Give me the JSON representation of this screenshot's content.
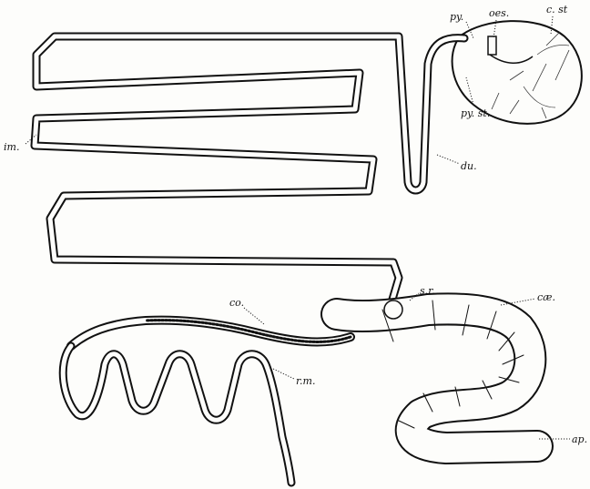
{
  "labels": {
    "pylorus": "py.",
    "oesophagus": "oes.",
    "cardiac_stomach": "c. st",
    "pyloric_stomach": "py. st.",
    "duodenum": "du.",
    "intestine_middle": "im.",
    "colon": "co.",
    "sacculus_rotundus": "s.r.",
    "caecum": "cæ.",
    "rectum": "r.m.",
    "appendix": "ap."
  },
  "colors": {
    "ink": "#111111",
    "paper": "#fdfdfb"
  }
}
